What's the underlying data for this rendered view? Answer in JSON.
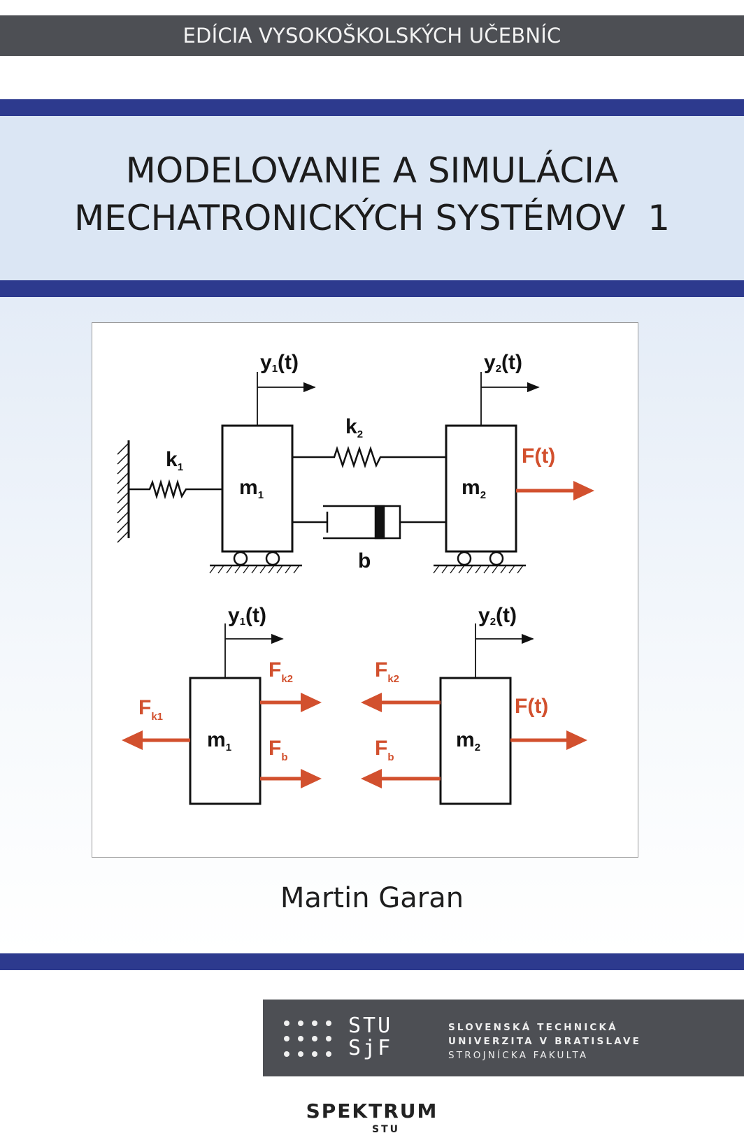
{
  "series_title": "EDÍCIA VYSOKOŠKOLSKÝCH UČEBNÍC",
  "title": {
    "line1": "MODELOVANIE A SIMULÁCIA",
    "line2": "MECHATRONICKÝCH SYSTÉMOV  1"
  },
  "diagram": {
    "y1": "y",
    "y1_sub": "1",
    "y_suffix": "(t)",
    "y2": "y",
    "y2_sub": "2",
    "k1": "k",
    "k1_sub": "1",
    "k2": "k",
    "k2_sub": "2",
    "m1": "m",
    "m1_sub": "1",
    "m2": "m",
    "m2_sub": "2",
    "b": "b",
    "force": "F(t)",
    "F": "F",
    "k1_force_sub": "k1",
    "k2_force_sub": "k2",
    "b_force_sub": "b"
  },
  "author": "Martin Garan",
  "publisher": {
    "stu_line1": "STU",
    "stu_line2": "SjF",
    "univ_line1": "SLOVENSKÁ TECHNICKÁ",
    "univ_line2": "UNIVERZITA V BRATISLAVE",
    "univ_line3": "STROJNÍCKA FAKULTA",
    "imprint": "SPEKTRUM",
    "imprint_sub": "STU"
  },
  "colors": {
    "series_bar": "#4d4f54",
    "title_band": "#dbe6f4",
    "accent_line": "#2d3a8e",
    "force_arrow": "#d2502e"
  }
}
